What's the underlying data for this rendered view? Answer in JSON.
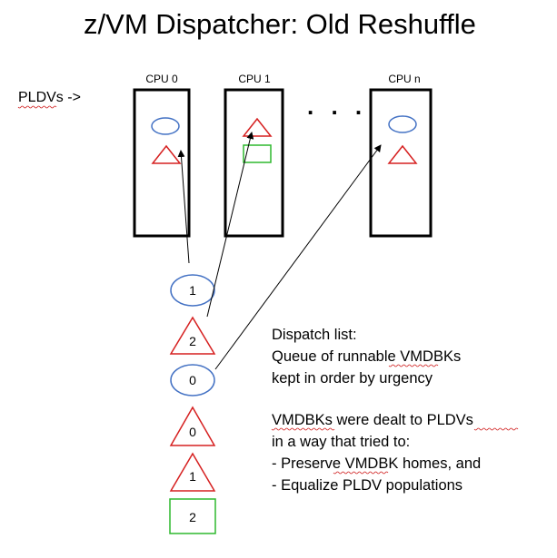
{
  "title": "z/VM Dispatcher:  Old Reshuffle",
  "pldv_label": "PLDVs ->",
  "ellipsis": ". . .",
  "cpus": [
    {
      "label": "CPU 0",
      "items": [
        "ellipse",
        "triangle"
      ]
    },
    {
      "label": "CPU 1",
      "items": [
        "triangle",
        "rectangle"
      ]
    },
    {
      "label": "CPU n",
      "items": [
        "ellipse",
        "triangle"
      ]
    }
  ],
  "dispatch_list": [
    {
      "shape": "ellipse",
      "label": "1"
    },
    {
      "shape": "triangle",
      "label": "2"
    },
    {
      "shape": "ellipse",
      "label": "0"
    },
    {
      "shape": "triangle",
      "label": "0"
    },
    {
      "shape": "triangle",
      "label": "1"
    },
    {
      "shape": "rectangle",
      "label": "2"
    }
  ],
  "notes": {
    "block1": [
      "Dispatch list:",
      "Queue of runnable VMDBKs",
      "kept in order by urgency"
    ],
    "block2": [
      "VMDBKs were dealt to PLDVs",
      "in a way that tried to:",
      "- Preserve VMDBK homes, and",
      "- Equalize PLDV populations"
    ]
  },
  "colors": {
    "ellipse": "#4472c4",
    "triangle": "#d62020",
    "rectangle": "#2eb82e",
    "box": "#000000"
  }
}
